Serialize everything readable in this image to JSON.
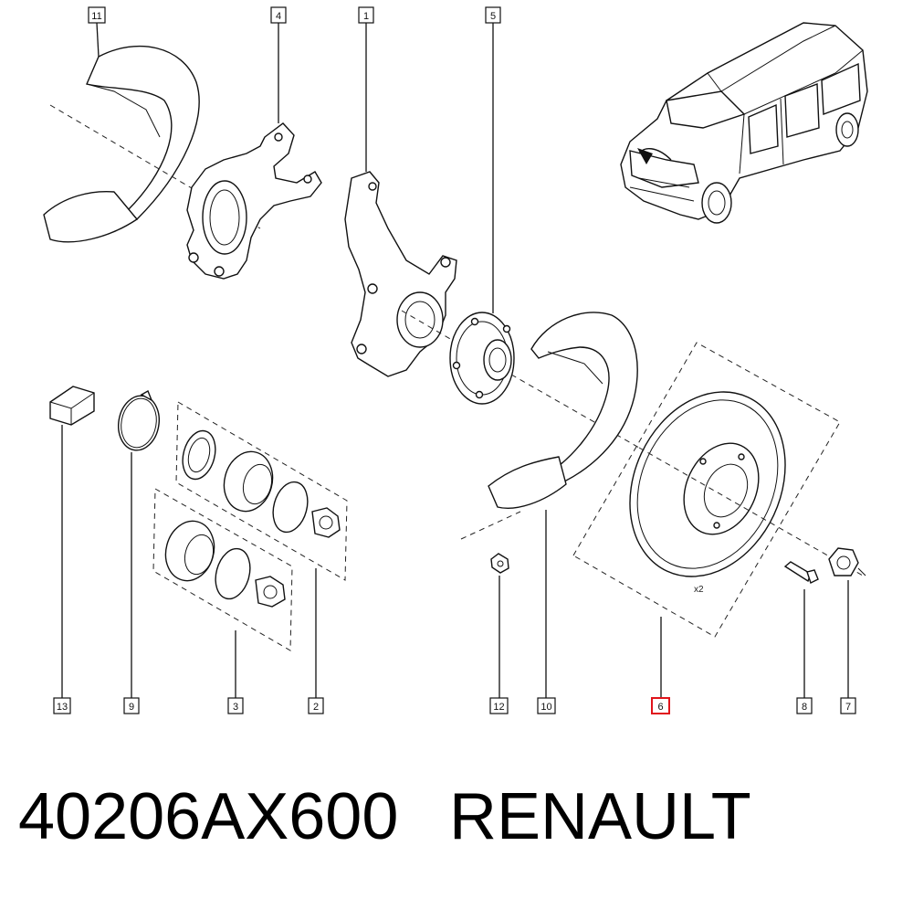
{
  "footer": {
    "part_number": "40206AX600",
    "brand": "RENAULT"
  },
  "callouts": [
    {
      "label": "11"
    },
    {
      "label": "4"
    },
    {
      "label": "1"
    },
    {
      "label": "5"
    },
    {
      "label": "13"
    },
    {
      "label": "9"
    },
    {
      "label": "3"
    },
    {
      "label": "2"
    },
    {
      "label": "12"
    },
    {
      "label": "10"
    },
    {
      "label": "6",
      "highlighted": true
    },
    {
      "label": "8"
    },
    {
      "label": "7"
    }
  ],
  "quantity_label": "x2",
  "colors": {
    "highlight": "#e0141b",
    "line": "#111111",
    "background": "#ffffff"
  }
}
